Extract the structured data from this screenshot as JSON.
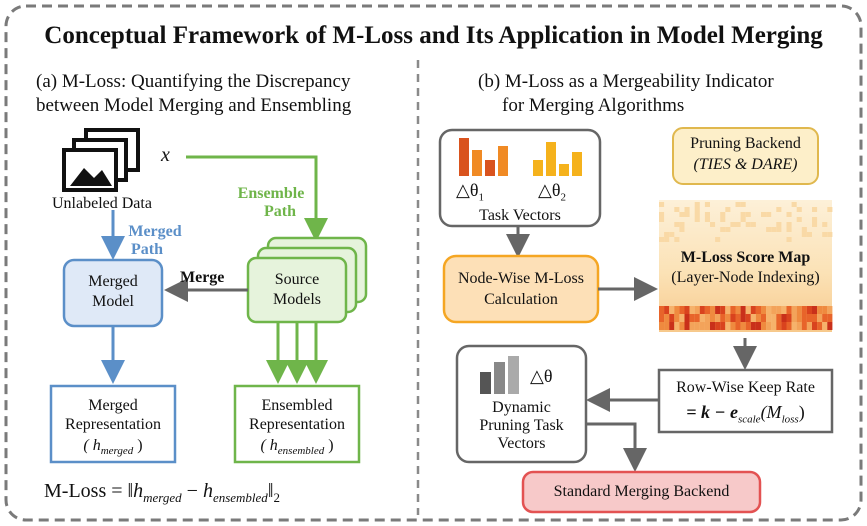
{
  "title": "Conceptual Framework of M-Loss and Its Application in Model Merging",
  "panel_a": {
    "heading_line1": "(a) M-Loss: Quantifying the Discrepancy",
    "heading_line2": "between Model Merging and Ensembling",
    "x_label": "x",
    "unlabeled_data": "Unlabeled Data",
    "ensemble_path_line1": "Ensemble",
    "ensemble_path_line2": "Path",
    "merged_path_line1": "Merged",
    "merged_path_line2": "Path",
    "merge_label": "Merge",
    "merged_model_line1": "Merged",
    "merged_model_line2": "Model",
    "source_models_line1": "Source",
    "source_models_line2": "Models",
    "merged_repr_line1": "Merged",
    "merged_repr_line2": "Representation",
    "merged_repr_symbol": "( h",
    "merged_repr_sub": "merged",
    "ensembled_repr_line1": "Ensembled",
    "ensembled_repr_line2": "Representation",
    "ensembled_repr_symbol": "( h",
    "ensembled_repr_sub": "ensembled",
    "mloss_formula_prefix": "M-Loss = ",
    "mloss_formula_h": "h",
    "mloss_formula_sub1": "merged",
    "mloss_formula_minus": " − ",
    "mloss_formula_sub2": "ensembled",
    "mloss_formula_norm": "2"
  },
  "panel_b": {
    "heading_line1": "(b) M-Loss as a Mergeability Indicator",
    "heading_line2": "for Merging Algorithms",
    "theta1": "△θ",
    "theta1_sub": "1",
    "theta2": "△θ",
    "theta2_sub": "2",
    "task_vectors": "Task Vectors",
    "pruning_backend_line1": "Pruning Backend",
    "pruning_backend_line2": "(TIES & DARE)",
    "score_map_line1": "M-Loss Score Map",
    "score_map_line2": "(Layer-Node Indexing)",
    "node_wise_line1": "Node-Wise M-Loss",
    "node_wise_line2": "Calculation",
    "row_wise_line1": "Row-Wise Keep Rate",
    "row_wise_formula": "= k − e",
    "row_wise_sub": "scale",
    "row_wise_tail": "(M",
    "row_wise_tail_sub": "loss",
    "row_wise_close": ")",
    "delta_theta": "△θ",
    "dynamic_line1": "Dynamic",
    "dynamic_line2": "Pruning Task",
    "dynamic_line3": "Vectors",
    "standard_backend": "Standard Merging Backend"
  },
  "colors": {
    "green": "#6fb54a",
    "blue": "#5b8fc8",
    "orange": "#f5a623",
    "red": "#e35252",
    "dashed_border": "#7a7a7a"
  },
  "icons": [
    "image-stack-icon",
    "bar-chart-icon"
  ]
}
